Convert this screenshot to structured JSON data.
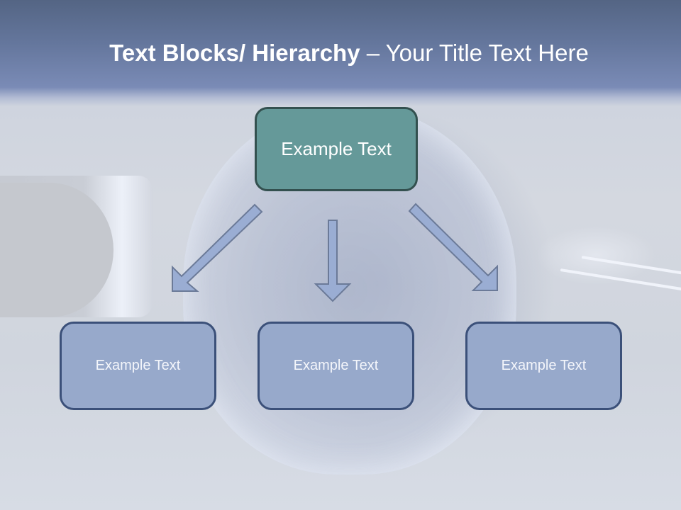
{
  "slide": {
    "title": {
      "bold_part": "Text Blocks/ Hierarchy",
      "light_part": " – Your Title Text Here"
    },
    "colors": {
      "title_bar_top": "#546584",
      "title_bar_bottom": "#7a8bb6",
      "title_text": "#ffffff",
      "top_box_fill": "#659999",
      "top_box_border": "#33504f",
      "child_box_fill": "#97a9cb",
      "child_box_border": "#3b5079",
      "arrow_fill": "#9aadd3",
      "arrow_stroke": "#6b7a98"
    }
  },
  "hierarchy": {
    "root": {
      "label": "Example Text"
    },
    "children": [
      {
        "label": "Example Text"
      },
      {
        "label": "Example Text"
      },
      {
        "label": "Example Text"
      }
    ],
    "arrows": [
      {
        "direction": "down-left",
        "icon": "arrow-down-left-icon"
      },
      {
        "direction": "down",
        "icon": "arrow-down-icon"
      },
      {
        "direction": "down-right",
        "icon": "arrow-down-right-icon"
      }
    ]
  }
}
